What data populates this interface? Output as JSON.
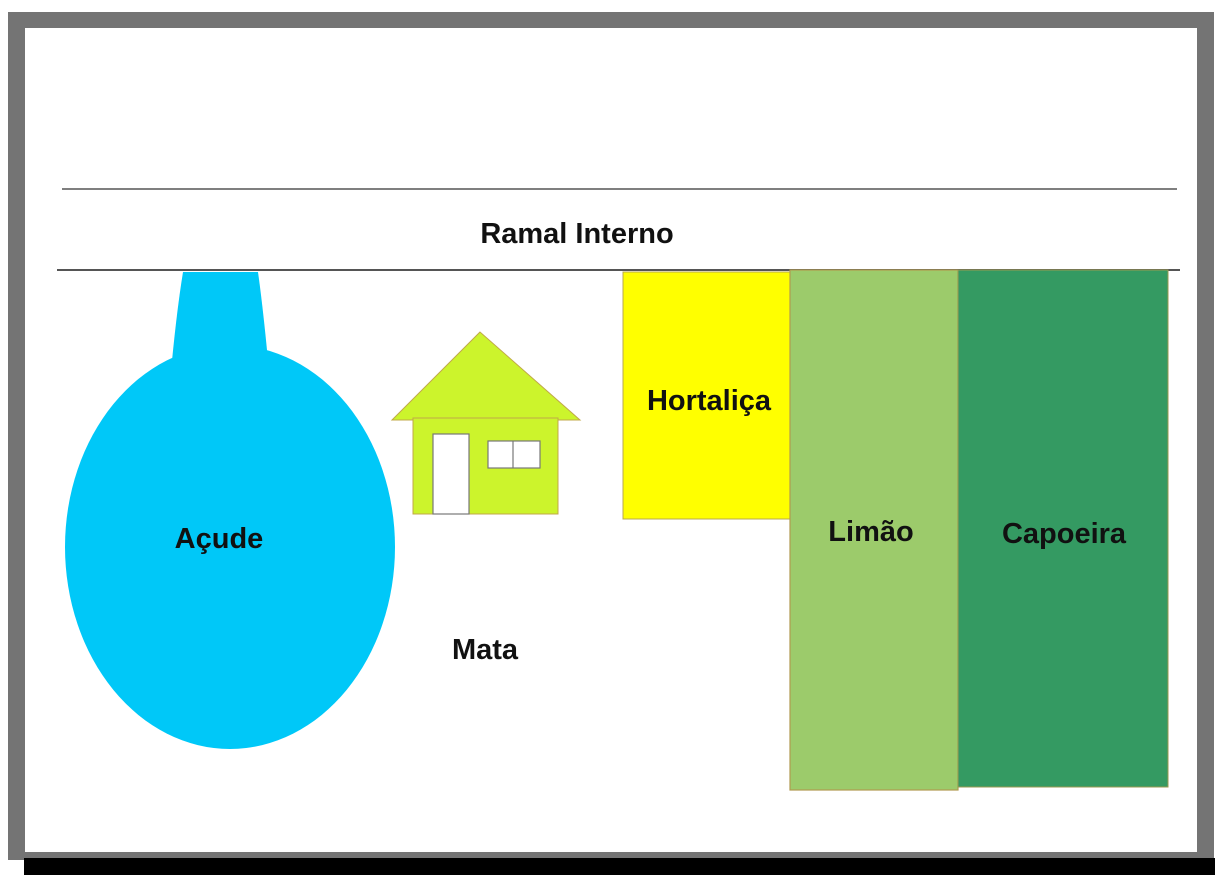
{
  "diagram": {
    "road": {
      "label": "Ramal Interno"
    },
    "areas": {
      "acude": {
        "label": "Açude",
        "color": "#00c8f8"
      },
      "house": {
        "color": "#ccf42c",
        "outline": "#c0a848"
      },
      "mata": {
        "label": "Mata"
      },
      "hortalica": {
        "label": "Hortaliça",
        "color": "#ffff00"
      },
      "limao": {
        "label": "Limão",
        "color": "#9ccb6b"
      },
      "capoeira": {
        "label": "Capoeira",
        "color": "#349a62"
      }
    }
  }
}
